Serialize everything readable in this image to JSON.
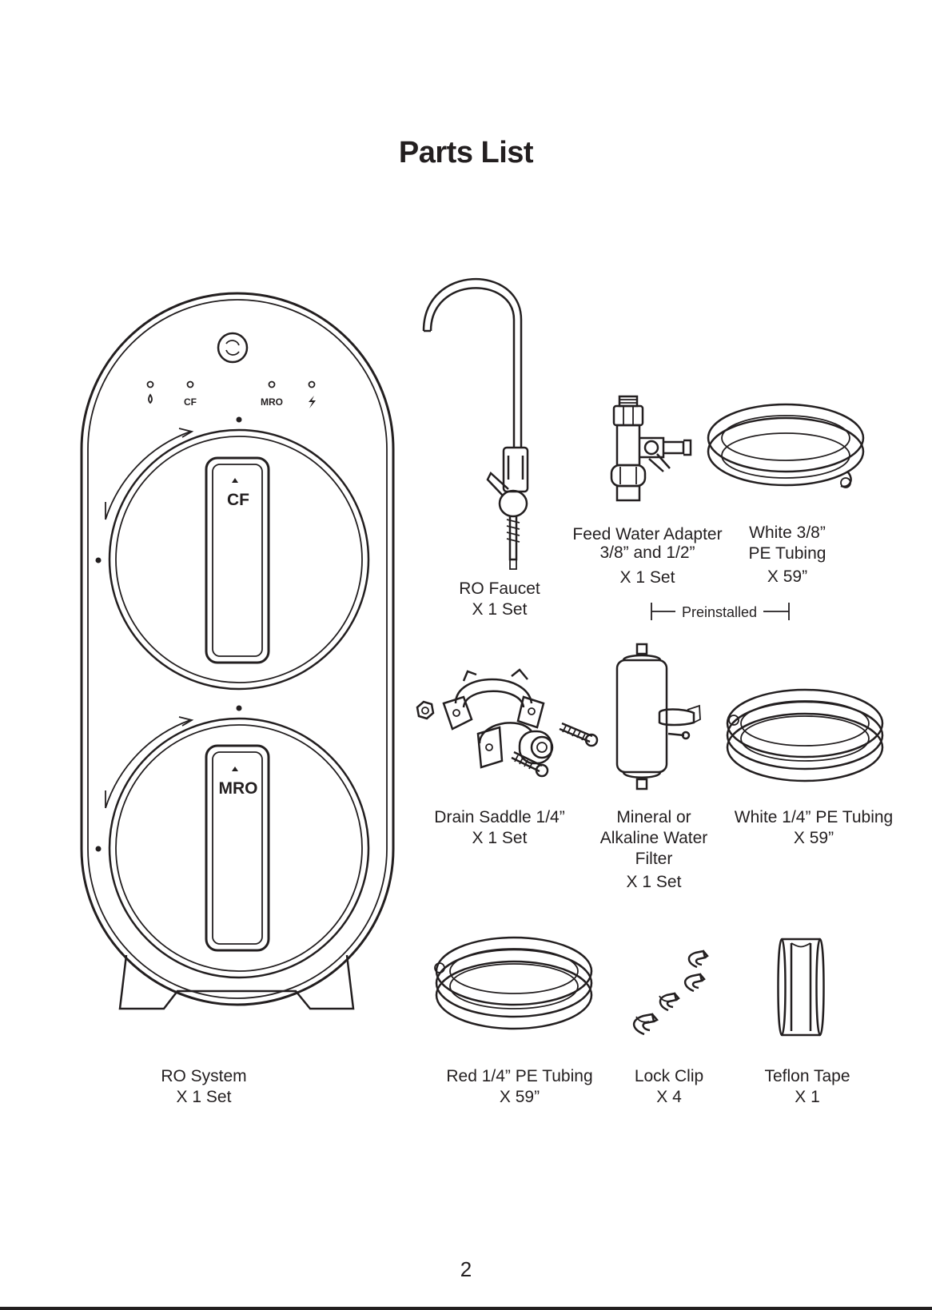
{
  "page": {
    "title": "Parts List",
    "page_number": "2"
  },
  "ro_system_panel": {
    "indicator_labels": [
      "CF",
      "MRO"
    ],
    "top_filter_label": "CF",
    "bottom_filter_label": "MRO"
  },
  "preinstalled_label": "Preinstalled",
  "parts": [
    {
      "name_lines": [
        "RO System"
      ],
      "qty": "X 1 Set",
      "icon": "ro-system-icon"
    },
    {
      "name_lines": [
        "RO Faucet"
      ],
      "qty": "X 1 Set",
      "icon": "faucet-icon"
    },
    {
      "name_lines": [
        "Feed Water Adapter",
        "3/8” and 1/2”"
      ],
      "qty": "X 1 Set",
      "icon": "valve-adapter-icon"
    },
    {
      "name_lines": [
        "White 3/8”",
        "PE Tubing"
      ],
      "qty": "X 59”",
      "icon": "tubing-coil-icon"
    },
    {
      "name_lines": [
        "Drain Saddle 1/4”"
      ],
      "qty": "X 1 Set",
      "icon": "drain-saddle-icon"
    },
    {
      "name_lines": [
        "Mineral or",
        "Alkaline Water",
        "Filter"
      ],
      "qty": "X 1 Set",
      "icon": "inline-filter-icon"
    },
    {
      "name_lines": [
        "White 1/4” PE Tubing"
      ],
      "qty": "X 59”",
      "icon": "tubing-coil-icon"
    },
    {
      "name_lines": [
        "Red 1/4” PE Tubing"
      ],
      "qty": "X 59”",
      "icon": "tubing-coil-icon"
    },
    {
      "name_lines": [
        "Lock Clip"
      ],
      "qty": "X 4",
      "icon": "lock-clip-icon"
    },
    {
      "name_lines": [
        "Teflon Tape"
      ],
      "qty": "X 1",
      "icon": "teflon-tape-icon"
    }
  ]
}
